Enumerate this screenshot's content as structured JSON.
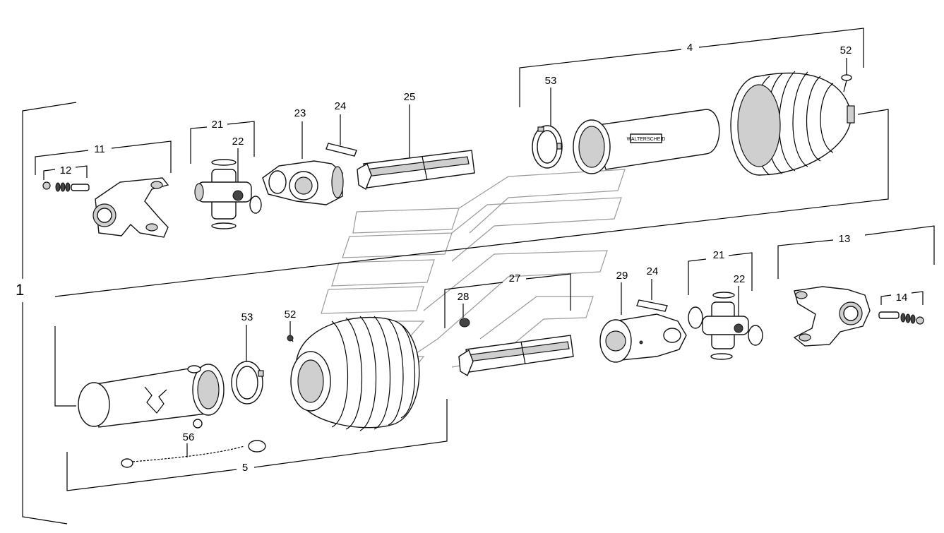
{
  "diagram": {
    "labels": {
      "l1": "1",
      "l4": "4",
      "l5": "5",
      "l11": "11",
      "l12": "12",
      "l13": "13",
      "l14": "14",
      "l21a": "21",
      "l21b": "21",
      "l22a": "22",
      "l22b": "22",
      "l23": "23",
      "l24a": "24",
      "l24b": "24",
      "l25": "25",
      "l27": "27",
      "l28": "28",
      "l29": "29",
      "l52a": "52",
      "l52b": "52",
      "l53a": "53",
      "l53b": "53",
      "l56": "56"
    },
    "tube_brand": "WALTERSCHEID"
  }
}
